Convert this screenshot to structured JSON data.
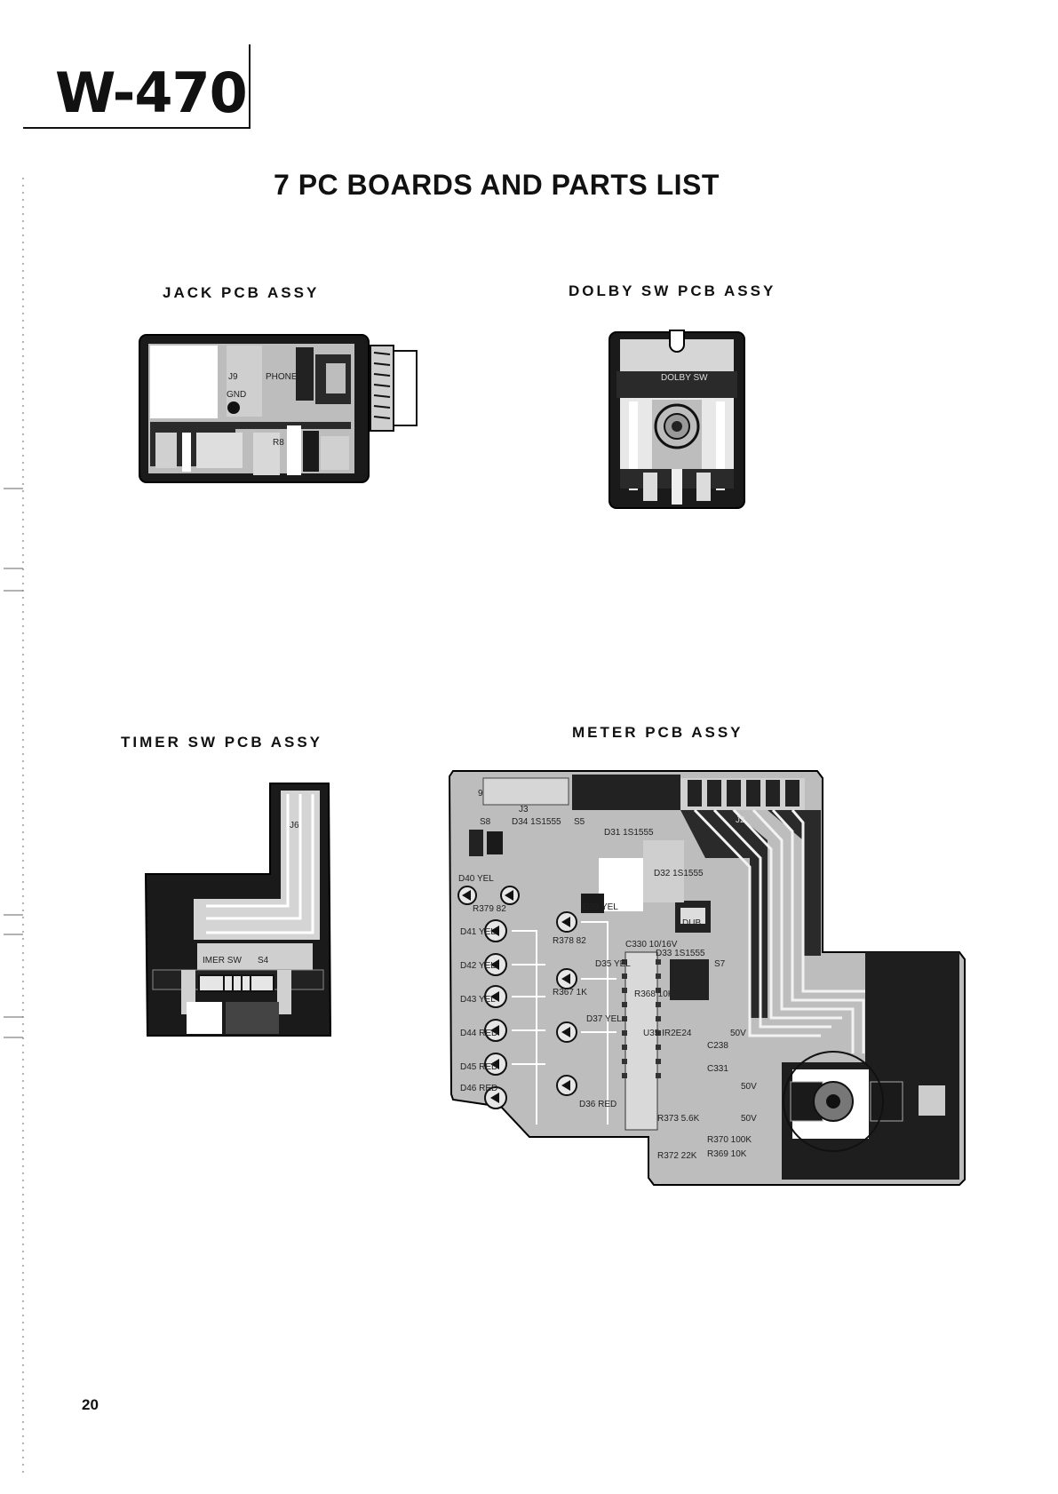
{
  "header": {
    "model": "W-470"
  },
  "section": {
    "title": "7  PC BOARDS AND PARTS LIST"
  },
  "boards": {
    "jack": {
      "label": "JACK PCB ASSY",
      "marks": {
        "j9": "J9",
        "gnd": "GND",
        "phones": "PHONES",
        "r": "R8"
      }
    },
    "dolby": {
      "label": "DOLBY SW PCB ASSY",
      "marks": {
        "sw": "DOLBY SW"
      }
    },
    "timer": {
      "label": "TIMER SW PCB ASSY",
      "marks": {
        "j6": "J6",
        "sw": "IMER SW",
        "s4": "S4"
      }
    },
    "meter": {
      "label": "METER PCB ASSY",
      "marks": {
        "pin9": "9",
        "j3": "J3",
        "s8": "S8",
        "d34": "D34  1S1555",
        "s5": "S5",
        "d31": "D31  1S1555",
        "d40": "D40 YEL",
        "r379": "R379  82",
        "d38": "D38 YEL",
        "d32": "D32  1S1555",
        "d41": "D41 YEL",
        "r378": "R378  82",
        "c330": "C330 10/16V",
        "dub": "DUB",
        "d42": "D42 YEL",
        "d35": "D35 YEL",
        "d33": "D33  1S1555",
        "d43": "D43 YEL",
        "r367": "R367  1K",
        "r368": "R368 10K",
        "d37": "D37 YEL",
        "d44": "D44 RED",
        "u35": "U35  IR2E24",
        "d45": "D45 RED",
        "d46": "D46 RED",
        "d36": "D36 RED",
        "r373": "R373  5.6K",
        "r372": "R372  22K",
        "r370": "R370 100K",
        "r369": "R369 10K",
        "c238": "C238",
        "c331": "C331",
        "j2": "J2",
        "s7": "S7",
        "v50a": "50V",
        "v50b": "50V",
        "v50c": "50V"
      }
    }
  },
  "footer": {
    "page_number": "20"
  }
}
